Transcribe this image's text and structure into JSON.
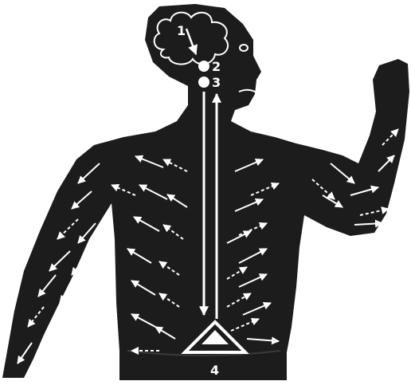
{
  "colors": {
    "figure": "#1c1c1c",
    "arrow": "#ffffff",
    "background": "#ffffff"
  },
  "labels": {
    "label_1": "1",
    "label_2": "2",
    "label_3": "3",
    "label_4": "4"
  },
  "icons": {
    "brain": "brain-cloud-icon",
    "eye": "eye-icon",
    "triangle": "pelvic-triangle-icon"
  }
}
